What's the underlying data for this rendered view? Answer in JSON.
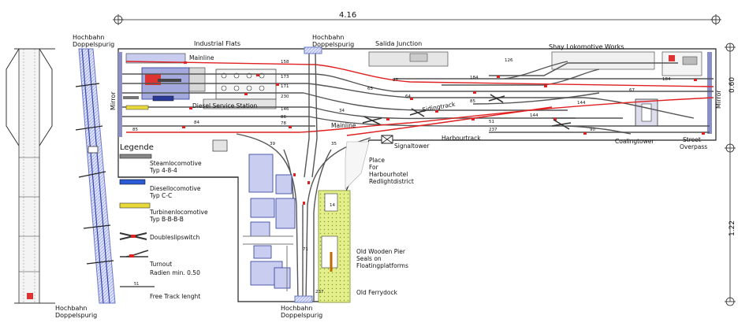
{
  "dimensions": {
    "width_label": "4.16",
    "height_upper": "0.60",
    "height_lower": "1.22"
  },
  "labels": {
    "hochbahn": "Hochbahn",
    "doppelspurig": "Doppelspurig",
    "industrial_flats": "Industrial Flats",
    "salida_junction": "Salida Junction",
    "shay_works": "Shay Lokomotive Works",
    "mainline": "Mainline",
    "mirror": "Mirror",
    "diesel_station": "Diesel Service Station",
    "sidingtrack": "Sidingtrack",
    "harbourtrack": "Harbourtrack",
    "signaltower": "Signaltower",
    "coalingtower": "Coalingtower",
    "street": "Street",
    "overpass": "Overpass",
    "place_1": "Place",
    "place_2": "For",
    "place_3": "Harbourhotel",
    "place_4": "Redlightdistrict",
    "pier_1": "Old Wooden Pier",
    "pier_2": "Seals on",
    "pier_3": "Floatingplatforms",
    "ferrydock": "Old Ferrydock"
  },
  "legend": {
    "title": "Legende",
    "steam_1": "Steamlocomotive",
    "steam_2": "Typ 4-8-4",
    "diesel_1": "Diesellocomotive",
    "diesel_2": "Typ C-C",
    "turbine_1": "Turbinenlocomotive",
    "turbine_2": "Typ B-B-B-B",
    "doubleslip": "Doubleslipswitch",
    "turnout": "Turnout",
    "radius": "Radien min. 0.50",
    "free_track": "Free Track lenght",
    "sample_num": "51"
  },
  "track_numbers": {
    "t158": "158",
    "t173": "173",
    "t171": "171",
    "t230": "230",
    "t146": "146",
    "t86": "86",
    "t78": "78",
    "t84": "84",
    "t85": "85",
    "t39": "39",
    "t35": "35",
    "t126": "126",
    "t184": "184",
    "t87": "87",
    "t65": "65",
    "t64": "64",
    "t34": "34",
    "t144": "144",
    "t51": "51",
    "t237": "237",
    "t90": "90",
    "t184b": "184",
    "t67": "67",
    "t71": "71",
    "t237b": "237",
    "t14": "14",
    "t144b": "144",
    "t85b": "85"
  },
  "colors": {
    "track": "#555555",
    "mainline": "#e02020",
    "hatch": "#9aa6e6",
    "building": "#2a3a99",
    "yard": "#d6e86b",
    "mirror": "#8a8fc8"
  }
}
